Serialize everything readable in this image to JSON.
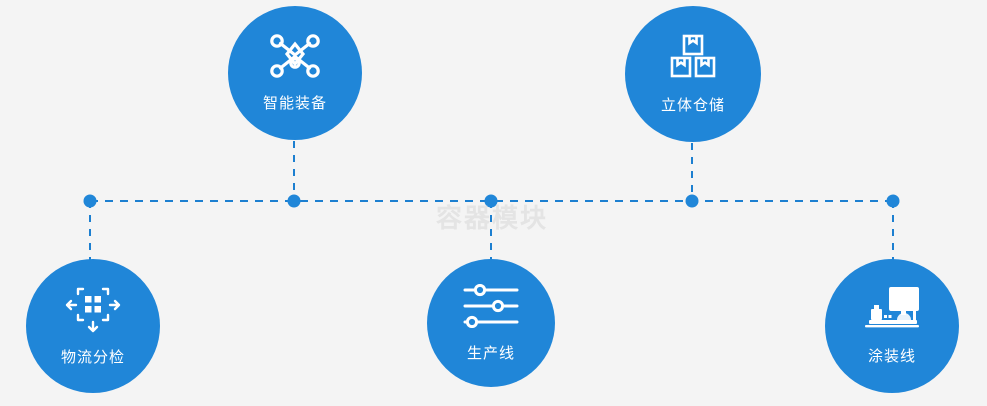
{
  "diagram": {
    "background_color": "#f4f4f4",
    "accent_color": "#2086d8",
    "line_color": "#1c7fd0",
    "watermark": "容器模块",
    "watermark_color": "#e4e4e4",
    "nodes": [
      {
        "id": "intelligent-equipment",
        "label": "智能装备",
        "icon": "network-nodes-icon",
        "position": "top-left"
      },
      {
        "id": "stereo-warehouse",
        "label": "立体仓储",
        "icon": "stacked-boxes-icon",
        "position": "top-right"
      },
      {
        "id": "logistics-sorting",
        "label": "物流分检",
        "icon": "sorting-arrows-icon",
        "position": "bottom-left"
      },
      {
        "id": "production-line",
        "label": "生产线",
        "icon": "sliders-icon",
        "position": "bottom-center"
      },
      {
        "id": "coating-line",
        "label": "涂装线",
        "icon": "coating-machine-icon",
        "position": "bottom-right"
      }
    ],
    "connector": {
      "style": "dashed",
      "junction_count": 5,
      "junction_color": "#2086d8"
    }
  }
}
